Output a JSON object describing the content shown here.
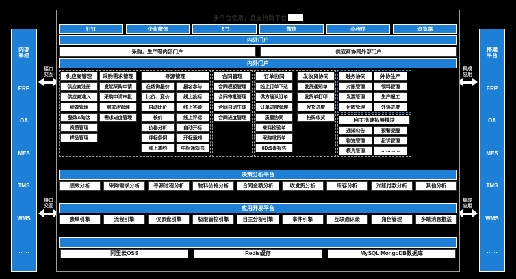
{
  "board": {
    "title": "多平台使用，且支持跨平台",
    "title_redacted": true
  },
  "clients": {
    "items": [
      "钉钉",
      "企业微信",
      "飞书",
      "微信",
      "小程序",
      "浏览器"
    ]
  },
  "portal": {
    "band_top": "内外门户",
    "internal": "采购，生产等内部门户",
    "external": "供应商协同外部门户",
    "band_second": "内外门户"
  },
  "matrix": {
    "groups": [
      {
        "name": "supplier-demand",
        "accent": false,
        "columns": [
          {
            "header": "供应商管理",
            "items": [
              "供应商注册",
              "供应商准入",
              "绩效管理",
              "整改&淘汰",
              "资质管理",
              "样品管理"
            ]
          },
          {
            "header": "采购需求管理",
            "items": [
              "发起采购申请",
              "采购申请审批",
              "需求池管理",
              "需求进度管理",
              "",
              ""
            ]
          }
        ]
      },
      {
        "name": "sourcing",
        "accent": false,
        "wide_header": "寻源管理",
        "columns": [
          {
            "header": "",
            "items": [
              "在线询报价",
              "比价、竞价",
              "自动比价",
              "核价",
              "价格分析",
              "评标条例",
              "线上邀约"
            ]
          },
          {
            "header": "",
            "items": [
              "报名参与",
              "线上投标",
              "线上答疑",
              "线上评标",
              "自动开标",
              "开标通知",
              "中标通知书"
            ]
          }
        ]
      },
      {
        "name": "contract",
        "accent": false,
        "columns": [
          {
            "header": "合同管理",
            "items": [
              "合同模板管理",
              "合同审批管理",
              "合同自动生成",
              "合同进度管理",
              "",
              "",
              ""
            ]
          }
        ]
      },
      {
        "name": "order-quality",
        "accent": false,
        "columns": [
          {
            "header": "订单协同",
            "items": [
              "线上订单下达",
              "供方确认订单",
              "订单进度管理",
              "质量协同",
              "来料检验单",
              "采购退货单",
              "8D改善报告"
            ]
          }
        ]
      },
      {
        "name": "delivery",
        "accent": false,
        "columns": [
          {
            "header": "发收货协同",
            "items": [
              "发货通知单",
              "发货单打印",
              "发货进度",
              "扫码收货",
              "",
              "",
              ""
            ]
          }
        ]
      },
      {
        "name": "finance-outsourcing",
        "accent": true,
        "columns": [
          {
            "header": "财务协同",
            "items": [
              "对账管理",
              "发票管理",
              "付款管理"
            ]
          },
          {
            "header": "外协生产",
            "items": [
              "领料管理",
              "生产报工",
              "外协进度"
            ]
          }
        ]
      }
    ],
    "extension": {
      "header": "自主搭建拓展模块",
      "left": [
        "通知公告",
        "物流管理",
        "模具管理"
      ],
      "right": [
        "预警提醒",
        "投诉管理",
        "…………"
      ]
    }
  },
  "decision": {
    "band": "决策分析平台",
    "items": [
      "绩效分析",
      "采购需求分析",
      "寻源过程分析",
      "物料价格分析",
      "合同金额分析",
      "收发货分析",
      "库存分析",
      "对账付款分析",
      "其他分析"
    ]
  },
  "appdev": {
    "band": "应用开发平台",
    "items": [
      "表单引擎",
      "流程引擎",
      "仪表盘引擎",
      "极限管控引擎",
      "自主分析引擎",
      "事件引擎",
      "互联通讯录",
      "角色管理",
      "多端消息推送"
    ]
  },
  "infra": {
    "band": "",
    "items": [
      "阿里云OSS",
      "Redis缓存",
      "MySQL MongoDB数据库"
    ]
  },
  "rails": {
    "left": {
      "title": "内部\n系统",
      "items": [
        "ERP",
        "OA",
        "MES",
        "TMS",
        "WMS",
        "……"
      ]
    },
    "right": {
      "title": "搭建\n平台",
      "items": [
        "ERP",
        "OA",
        "MES",
        "TMS",
        "WMS",
        "……"
      ]
    }
  },
  "connectors": {
    "left_top": "接口\n交互",
    "left_bottom": "接口\n交互",
    "right_top": "集成\n应用",
    "right_bottom": "集成\n应用"
  },
  "colors": {
    "accent": "#1d7fd6",
    "background": "#000000",
    "cell": "#fdfdfd"
  }
}
